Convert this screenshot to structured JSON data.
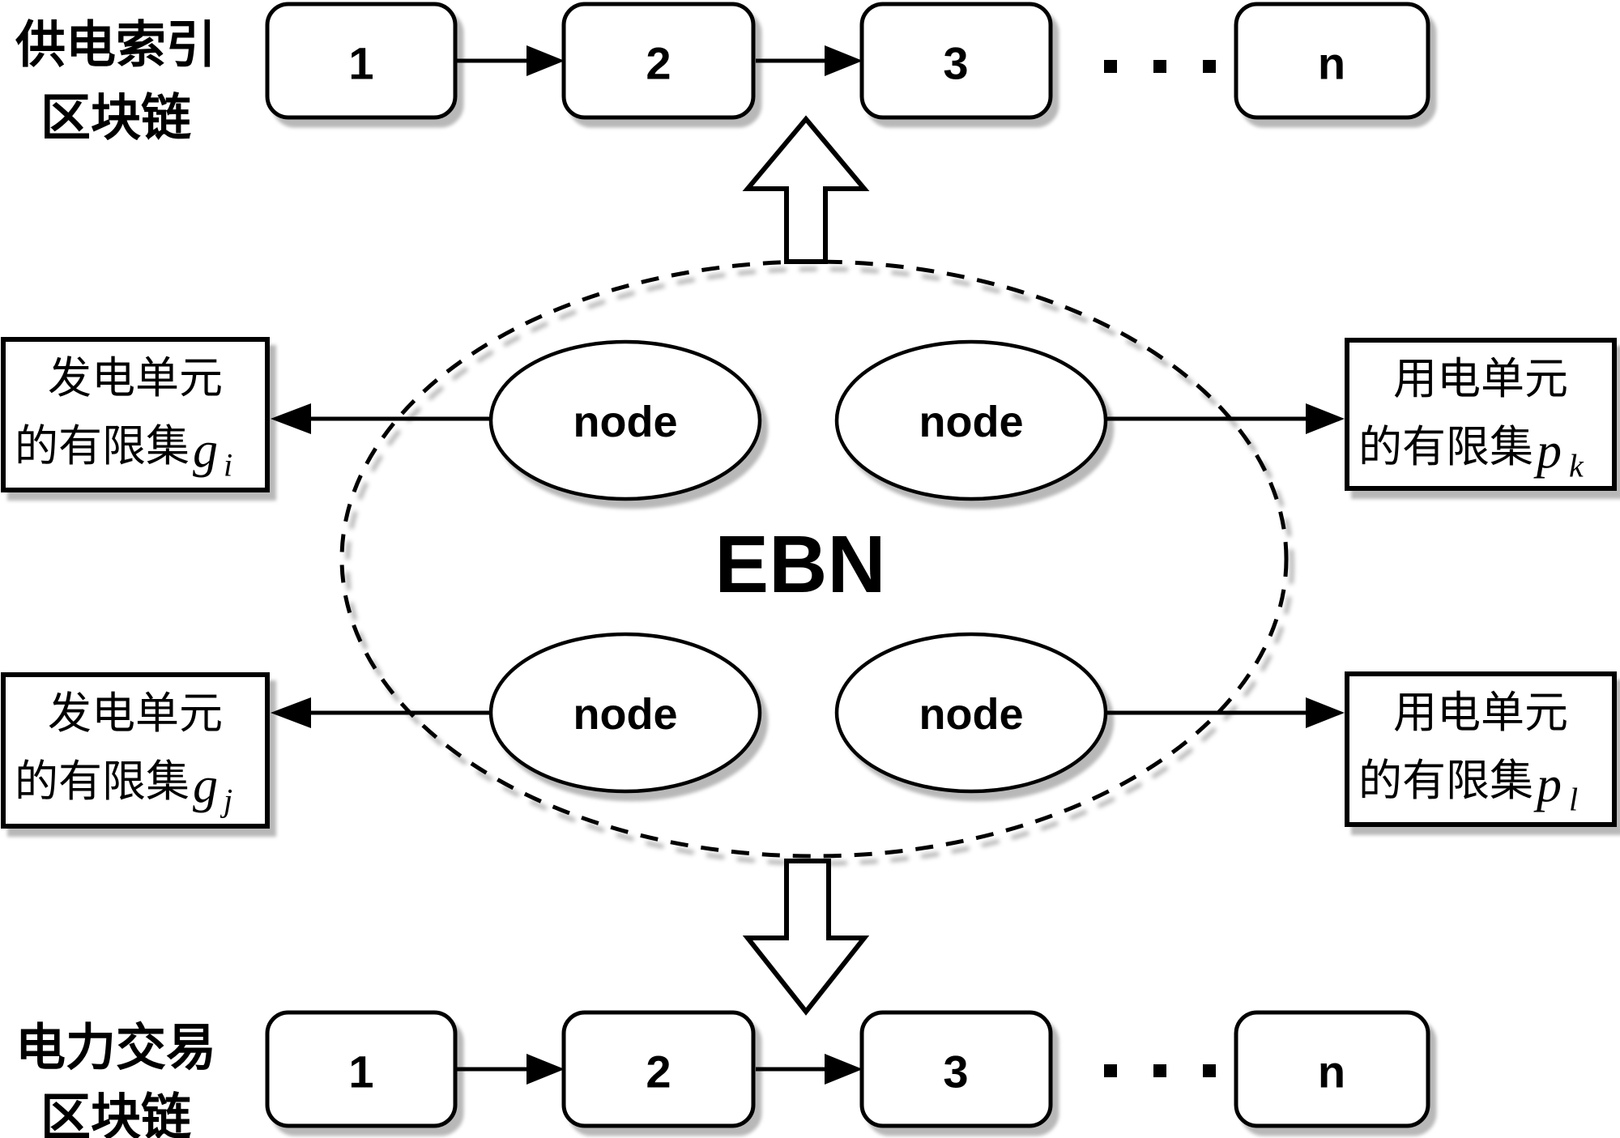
{
  "diagram": {
    "top_chain": {
      "label_line1": "供电索引",
      "label_line2": "区块链",
      "block1": "1",
      "block2": "2",
      "block3": "3",
      "blockn": "n",
      "ellipsis": ". . ."
    },
    "bottom_chain": {
      "label_line1": "电力交易",
      "label_line2": "区块链",
      "block1": "1",
      "block2": "2",
      "block3": "3",
      "blockn": "n",
      "ellipsis": ". . ."
    },
    "ebn": {
      "title": "EBN",
      "node1": "node",
      "node2": "node",
      "node3": "node",
      "node4": "node"
    },
    "boxes": {
      "gen_top": {
        "line1": "发电单元",
        "line2": "的有限集",
        "symbol": "g",
        "sub": "i"
      },
      "gen_bottom": {
        "line1": "发电单元",
        "line2": "的有限集",
        "symbol": "g",
        "sub": "j"
      },
      "use_top": {
        "line1": "用电单元",
        "line2": "的有限集",
        "symbol": "p",
        "sub": "k"
      },
      "use_bottom": {
        "line1": "用电单元",
        "line2": "的有限集",
        "symbol": "p",
        "sub": "l"
      }
    },
    "colors": {
      "ink": "#000000",
      "paper": "#ffffff",
      "shadow": "#c8c8c8"
    }
  }
}
